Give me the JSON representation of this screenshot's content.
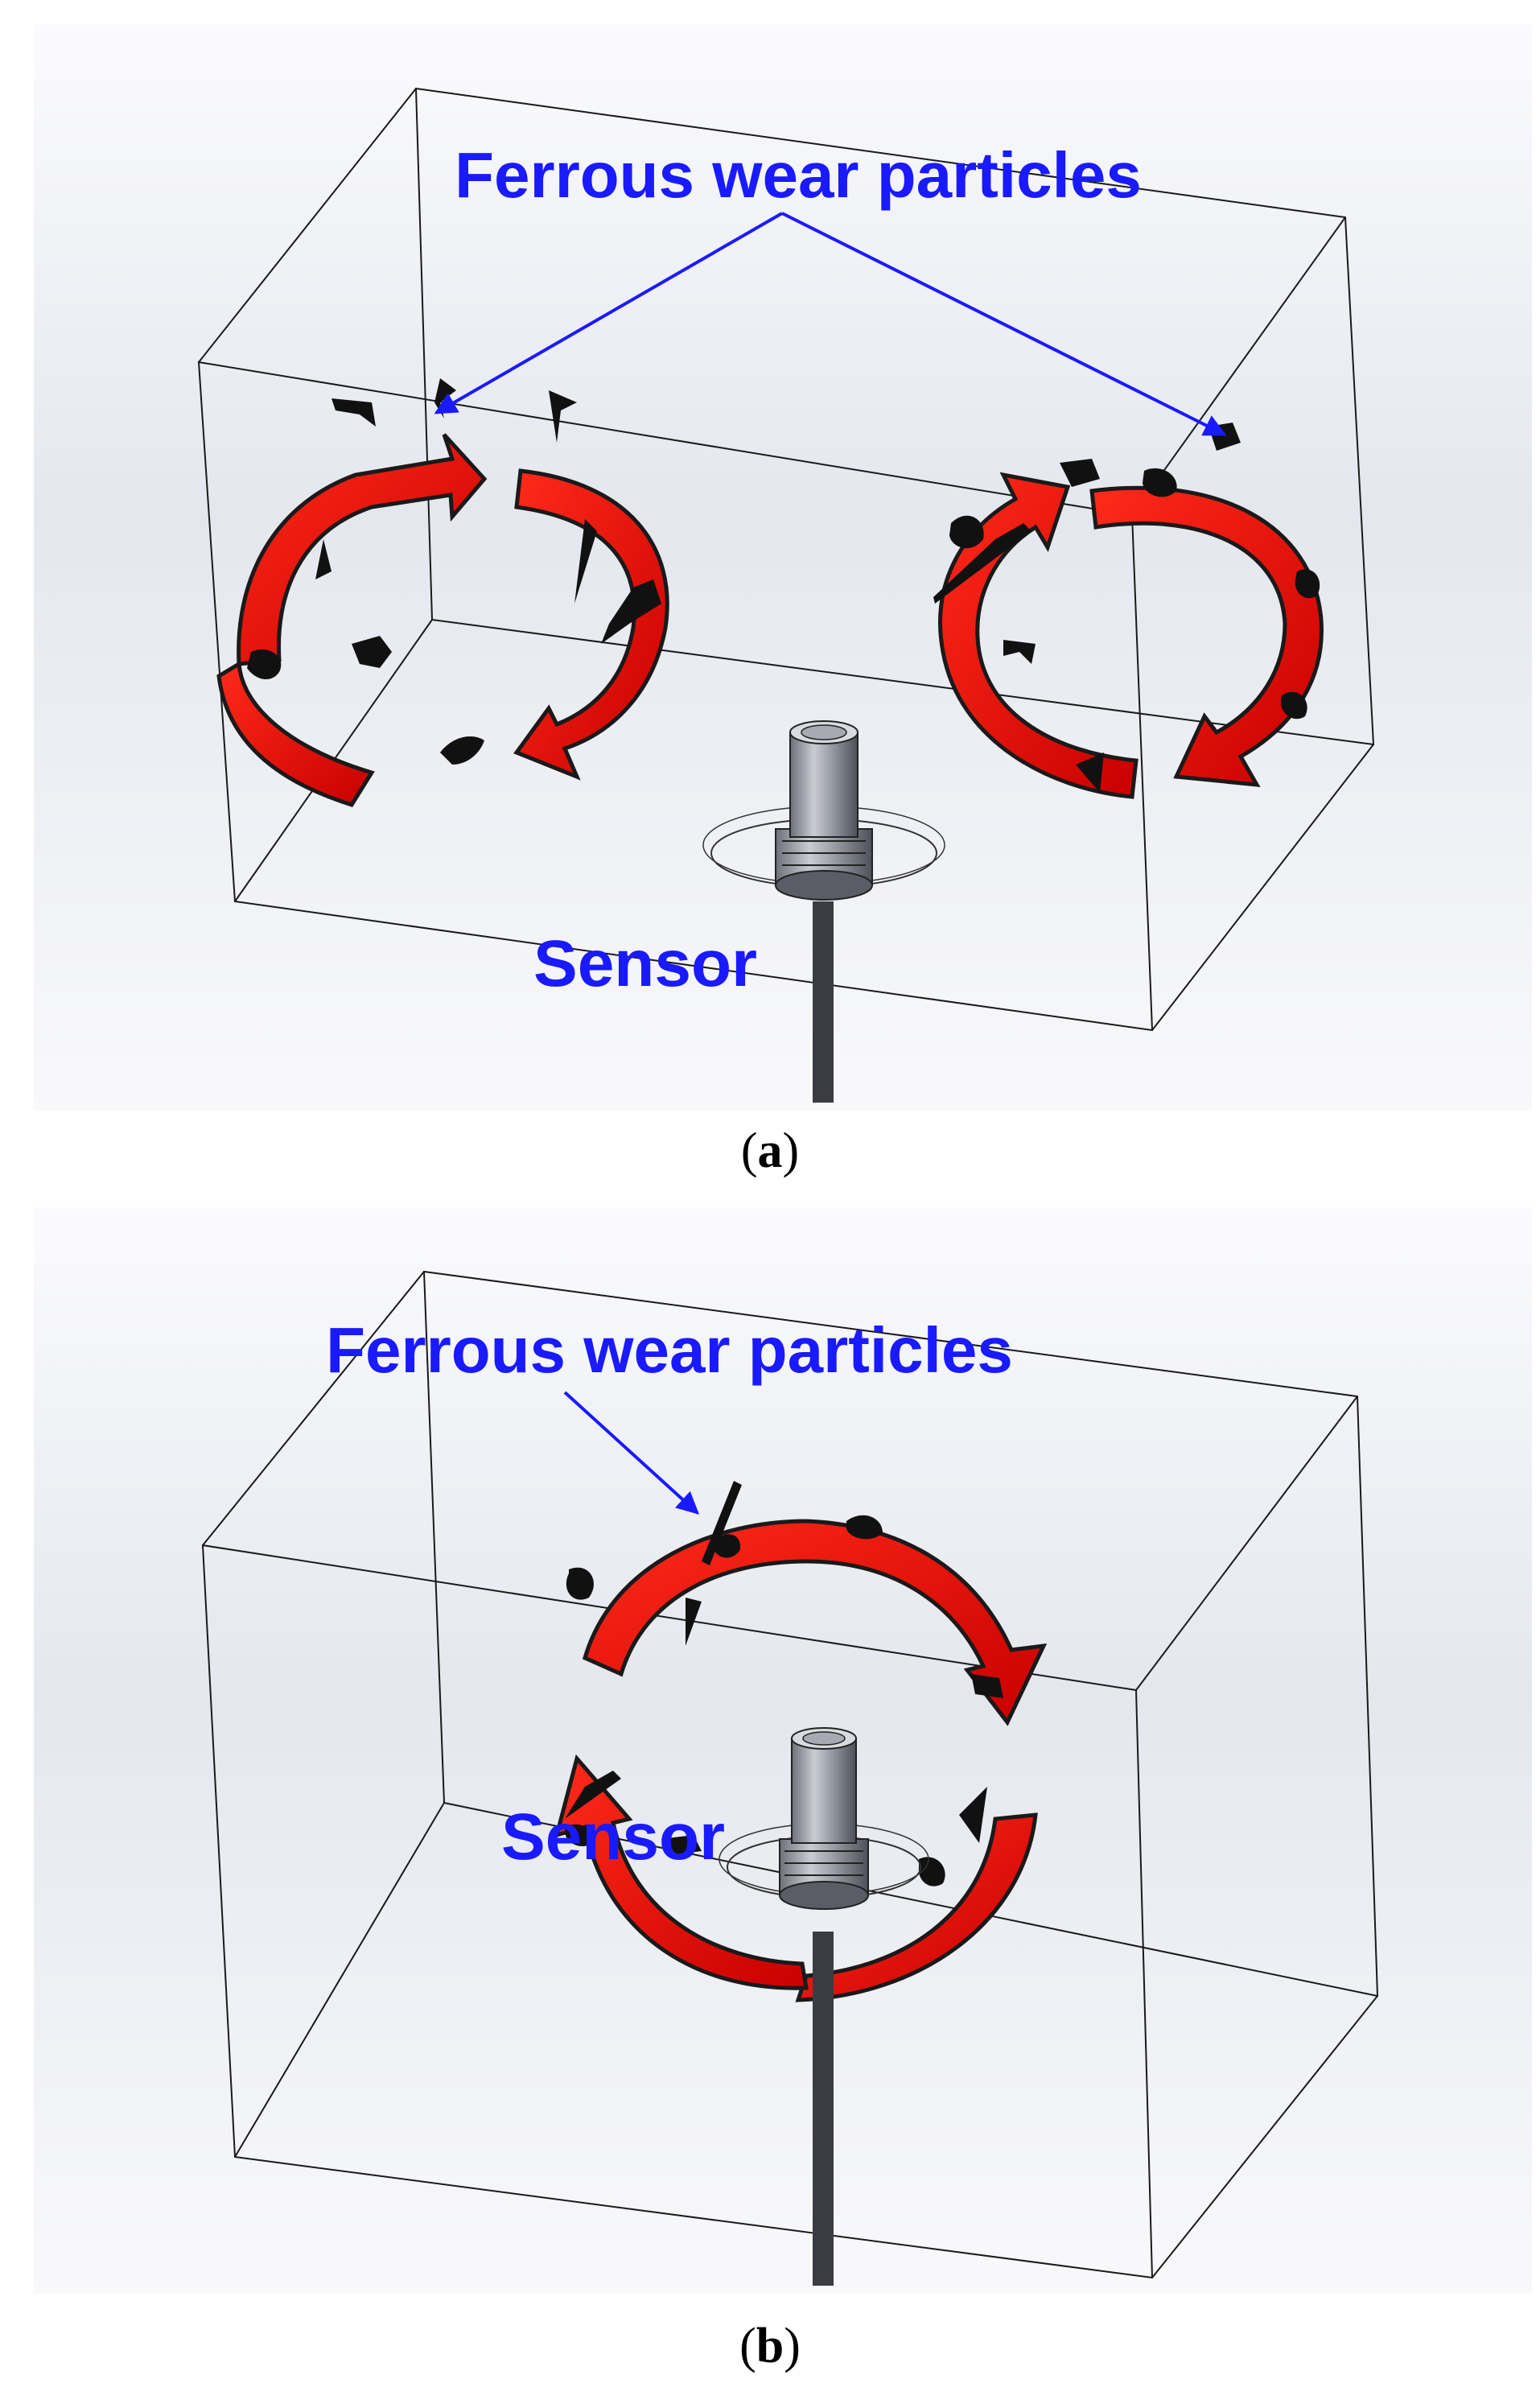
{
  "panels": [
    {
      "id": "a",
      "caption_label": "a",
      "particles_label": "Ferrous wear particles",
      "sensor_label": "Sensor",
      "vortex_count": 2
    },
    {
      "id": "b",
      "caption_label": "b",
      "particles_label": "Ferrous wear particles",
      "sensor_label": "Sensor",
      "vortex_count": 1
    }
  ],
  "colors": {
    "annotation": "#1a1aff",
    "flow_arrow": "#e30000",
    "flow_arrow_dark": "#8a0000",
    "particle": "#111111",
    "edge": "#1a1a1a",
    "background_gradient": [
      "#f7f8fb",
      "#dfe3ec"
    ]
  }
}
